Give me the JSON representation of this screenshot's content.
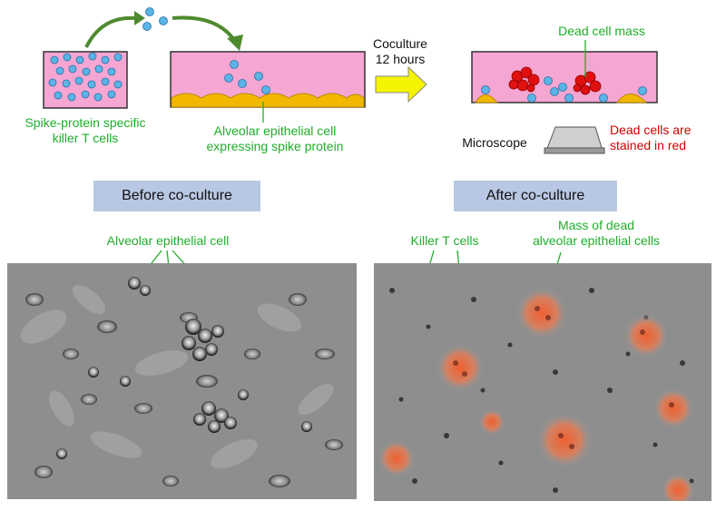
{
  "diagram": {
    "left_well_label": [
      "Spike-protein specific",
      "killer T cells"
    ],
    "middle_well_label": [
      "Alveolar epithelial cell",
      "expressing spike protein"
    ],
    "coculture_label": [
      "Coculture",
      "12 hours"
    ],
    "dead_cell_mass_label": "Dead cell mass",
    "microscope_label": "Microscope",
    "dead_cells_note": [
      "Dead cells are",
      "stained in red"
    ]
  },
  "panels": {
    "before": {
      "banner": "Before co-culture",
      "annotation": "Alveolar epithelial cell"
    },
    "after": {
      "banner": "After co-culture",
      "annotation_left": "Killer T cells",
      "annotation_right": [
        "Mass of dead",
        "alveolar epithelial cells"
      ]
    }
  },
  "colors": {
    "medium_pink": "#f5a6d2",
    "t_cell_blue": "#5bb4e6",
    "epithelial_yellow": "#f2b800",
    "dead_red": "#e01010",
    "arrow_green": "#4e8a2e",
    "label_green": "#1fae2a",
    "banner_blue": "#b8c8e4",
    "coculture_arrow": "#f4f400"
  }
}
